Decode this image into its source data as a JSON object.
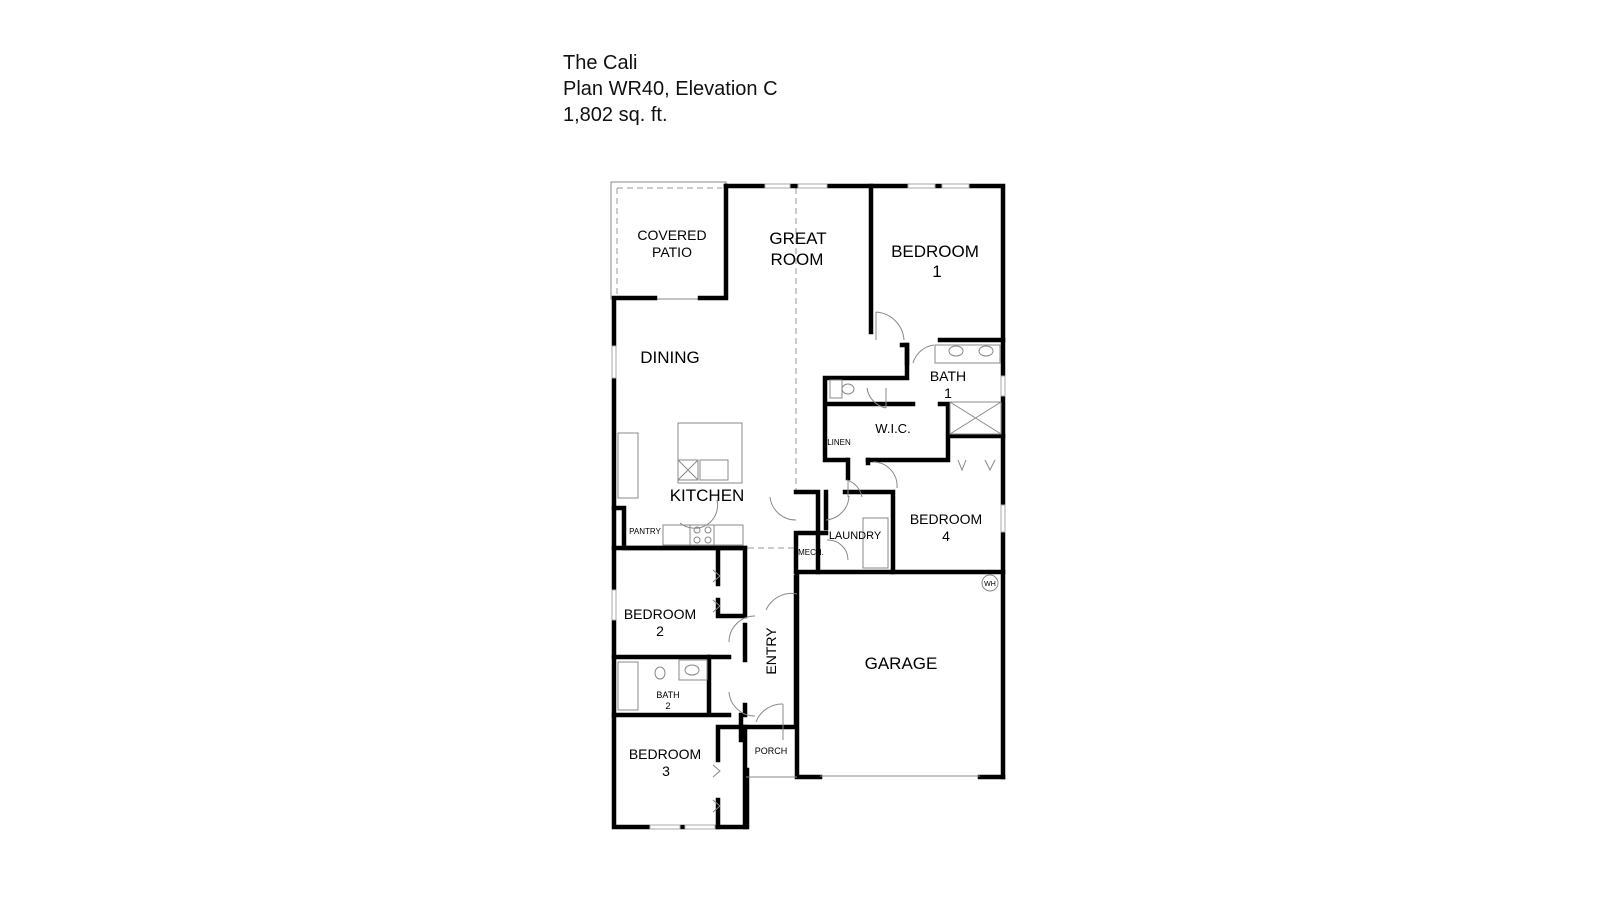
{
  "header": {
    "name": "The Cali",
    "plan": "Plan WR40, Elevation C",
    "area": "1,802 sq. ft."
  },
  "rooms": {
    "covered_patio": [
      "COVERED",
      "PATIO"
    ],
    "great_room": [
      "GREAT",
      "ROOM"
    ],
    "bedroom1": [
      "BEDROOM",
      "1"
    ],
    "dining": "DINING",
    "bath1": [
      "BATH",
      "1"
    ],
    "wic": "W.I.C.",
    "linen": "LINEN",
    "kitchen": "KITCHEN",
    "pantry": "PANTRY",
    "laundry": "LAUNDRY",
    "mech": "MECH.",
    "bedroom4": [
      "BEDROOM",
      "4"
    ],
    "wh": "WH",
    "bedroom2": [
      "BEDROOM",
      "2"
    ],
    "entry": "ENTRY",
    "garage": "GARAGE",
    "bath2": [
      "BATH",
      "2"
    ],
    "porch": "PORCH",
    "bedroom3": [
      "BEDROOM",
      "3"
    ]
  }
}
